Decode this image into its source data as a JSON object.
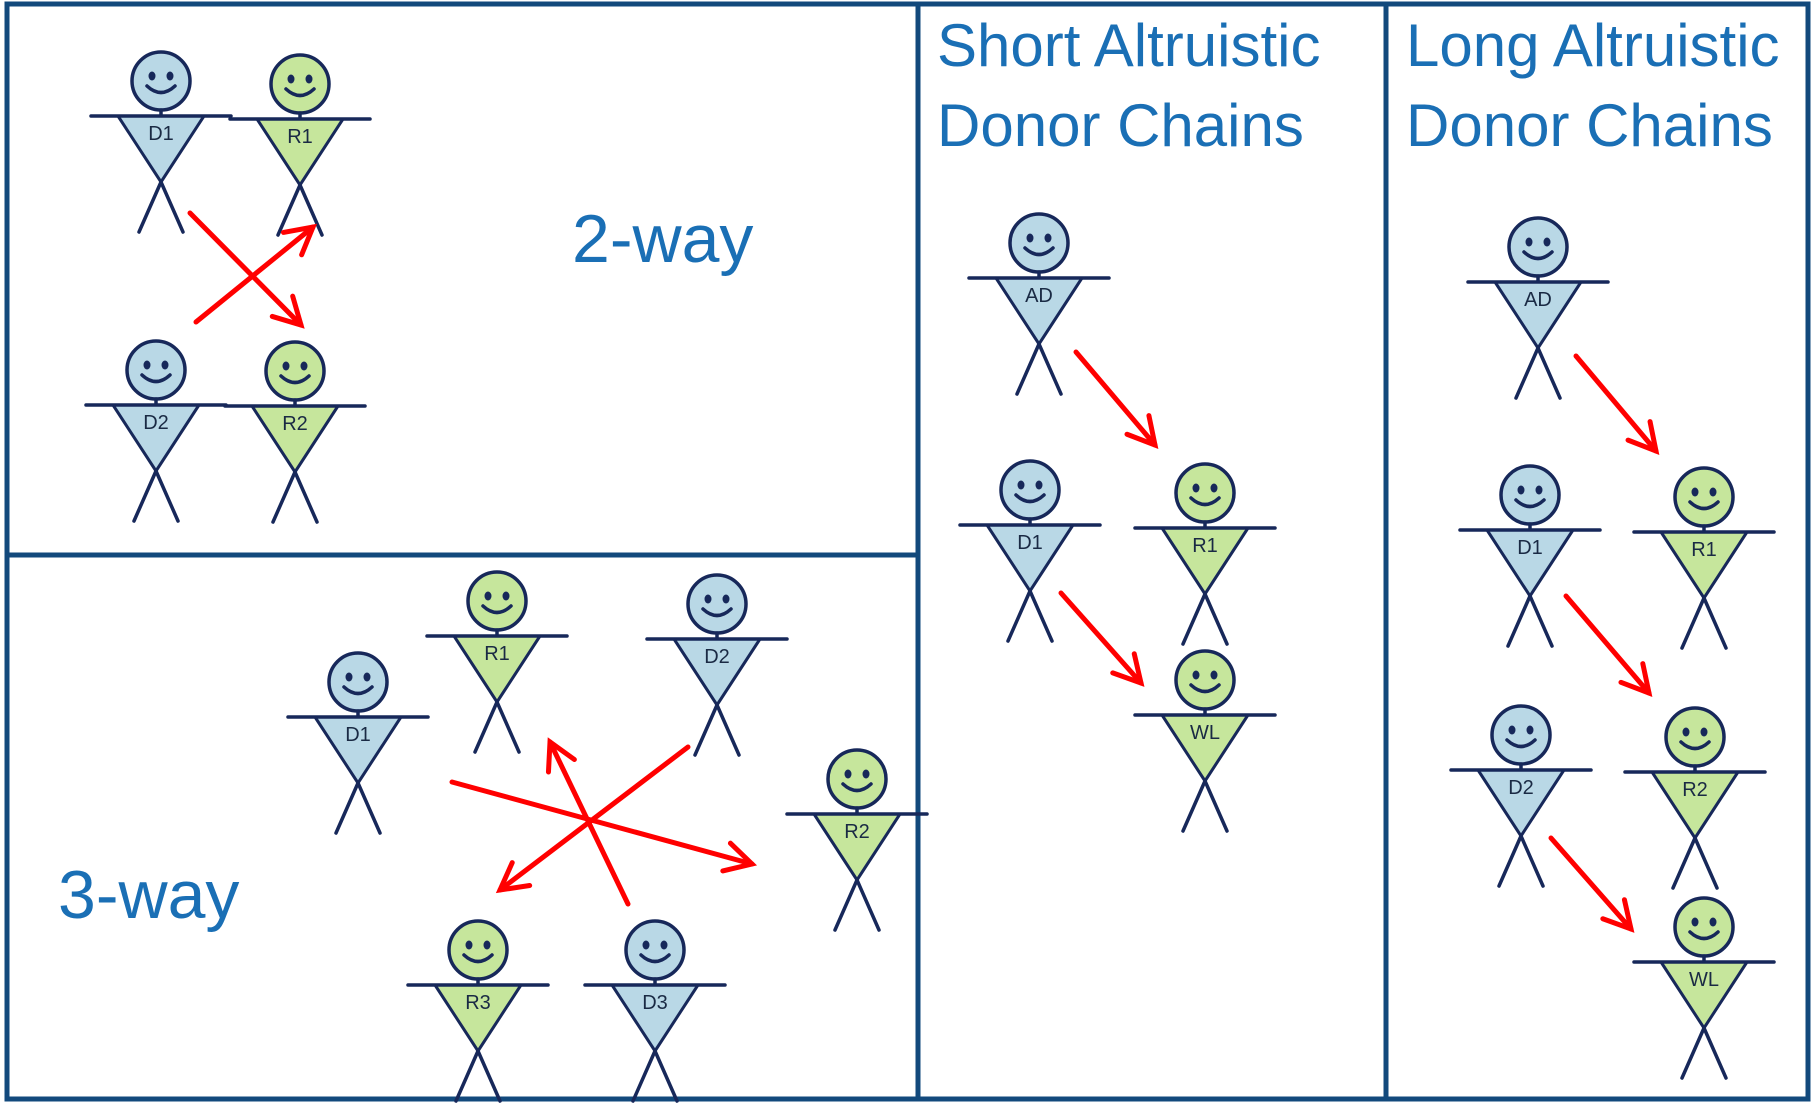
{
  "colors": {
    "donor": "#b9d8e6",
    "recipient": "#c6e69c",
    "arrow": "#ff0000",
    "title": "#1a6fb5",
    "border": "#12497c",
    "figure_line": "#17285a"
  },
  "panels": {
    "two_way": {
      "label": "2-way",
      "people": [
        {
          "name": "D1",
          "role": "donor"
        },
        {
          "name": "R1",
          "role": "recipient"
        },
        {
          "name": "D2",
          "role": "donor"
        },
        {
          "name": "R2",
          "role": "recipient"
        }
      ],
      "arrows": [
        {
          "from": "D1",
          "to": "R2"
        },
        {
          "from": "D2",
          "to": "R1"
        }
      ]
    },
    "three_way": {
      "label": "3-way",
      "people": [
        {
          "name": "R1",
          "role": "recipient"
        },
        {
          "name": "D2",
          "role": "donor"
        },
        {
          "name": "D1",
          "role": "donor"
        },
        {
          "name": "R2",
          "role": "recipient"
        },
        {
          "name": "R3",
          "role": "recipient"
        },
        {
          "name": "D3",
          "role": "donor"
        }
      ],
      "arrows": [
        {
          "from": "D1",
          "to": "R2"
        },
        {
          "from": "D2",
          "to": "R3"
        },
        {
          "from": "D3",
          "to": "R1"
        }
      ]
    },
    "short_chain": {
      "title_line1": "Short Altruistic",
      "title_line2": "Donor Chains",
      "people": [
        {
          "name": "AD",
          "role": "donor"
        },
        {
          "name": "D1",
          "role": "donor"
        },
        {
          "name": "R1",
          "role": "recipient"
        },
        {
          "name": "WL",
          "role": "recipient"
        }
      ],
      "arrows": [
        {
          "from": "AD",
          "to": "R1"
        },
        {
          "from": "D1",
          "to": "WL"
        }
      ]
    },
    "long_chain": {
      "title_line1": "Long Altruistic",
      "title_line2": "Donor Chains",
      "people": [
        {
          "name": "AD",
          "role": "donor"
        },
        {
          "name": "D1",
          "role": "donor"
        },
        {
          "name": "R1",
          "role": "recipient"
        },
        {
          "name": "D2",
          "role": "donor"
        },
        {
          "name": "R2",
          "role": "recipient"
        },
        {
          "name": "WL",
          "role": "recipient"
        }
      ],
      "arrows": [
        {
          "from": "AD",
          "to": "R1"
        },
        {
          "from": "D1",
          "to": "R2"
        },
        {
          "from": "D2",
          "to": "WL"
        }
      ]
    }
  }
}
